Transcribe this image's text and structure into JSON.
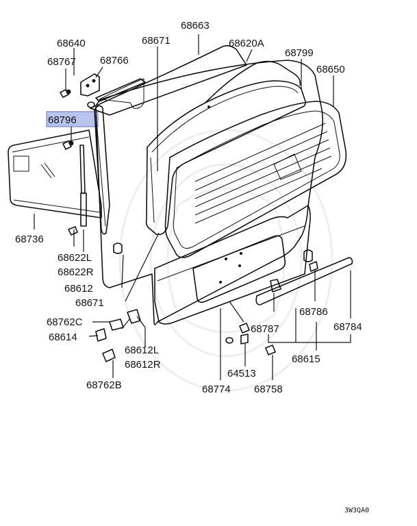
{
  "diagram": {
    "part_labels": [
      "68663",
      "68640",
      "68671",
      "68620A",
      "68767",
      "68766",
      "68799",
      "68650",
      "68796",
      "68736",
      "68622L",
      "68622R",
      "68612",
      "68671",
      "68762C",
      "68614",
      "68612L",
      "68612R",
      "68762B",
      "68787",
      "68786",
      "68784",
      "64513",
      "68615",
      "68774",
      "68758"
    ],
    "highlighted_label_index": 8,
    "highlight_color": "#b9c3f0",
    "footer_code": "3W3QA0"
  }
}
